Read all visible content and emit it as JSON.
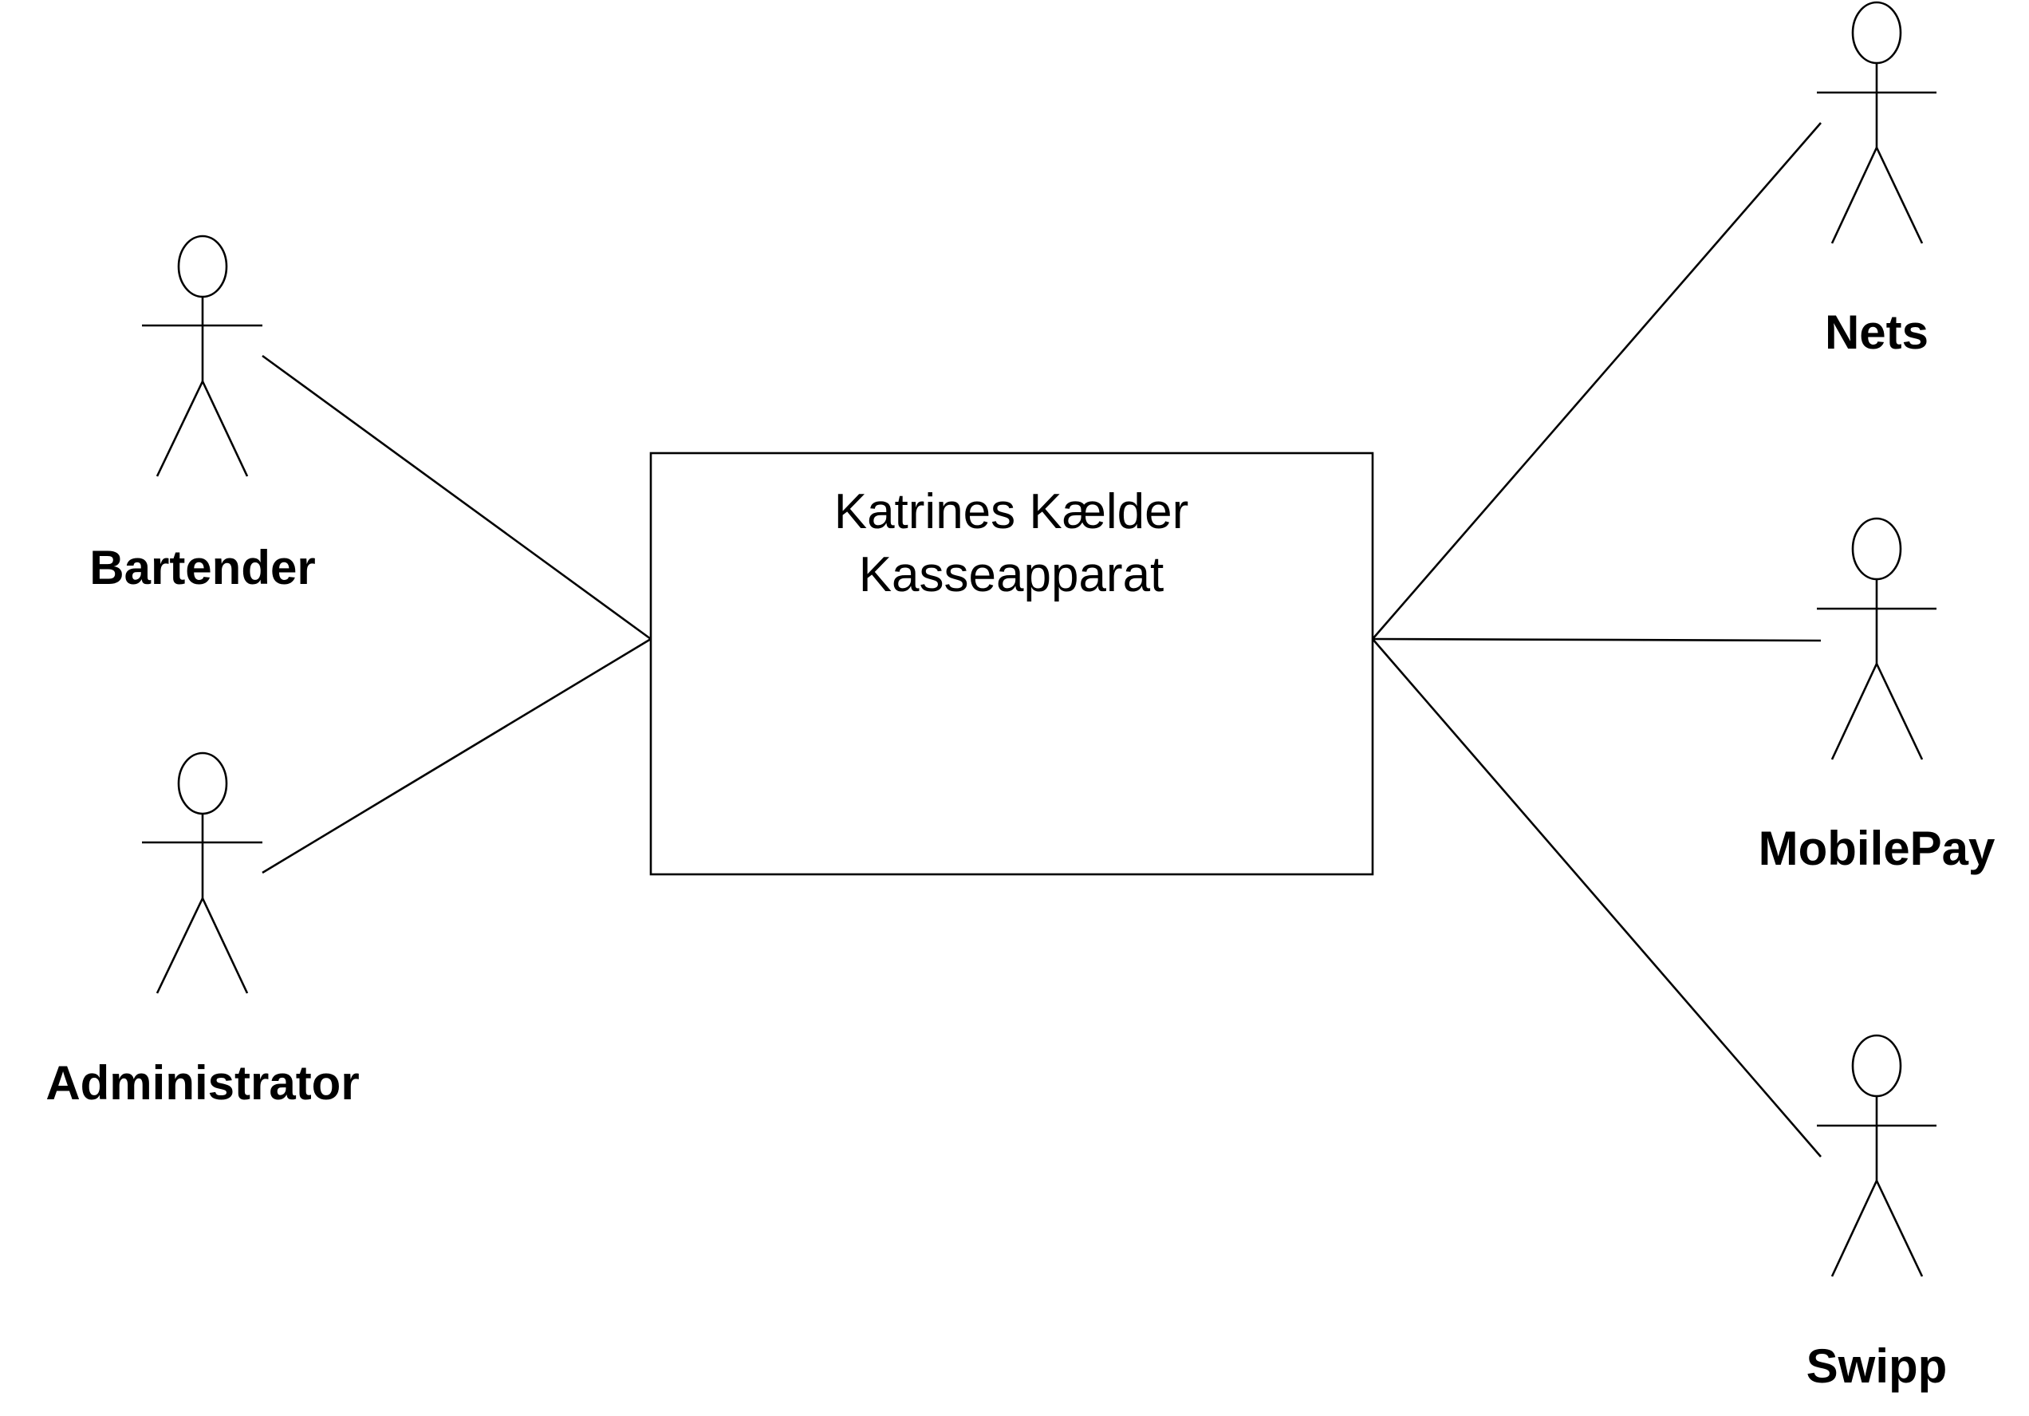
{
  "system": {
    "title_line1": "Katrines Kælder",
    "title_line2": "Kasseapparat"
  },
  "actors": {
    "bartender": "Bartender",
    "administrator": "Administrator",
    "nets": "Nets",
    "mobilepay": "MobilePay",
    "swipp": "Swipp"
  }
}
